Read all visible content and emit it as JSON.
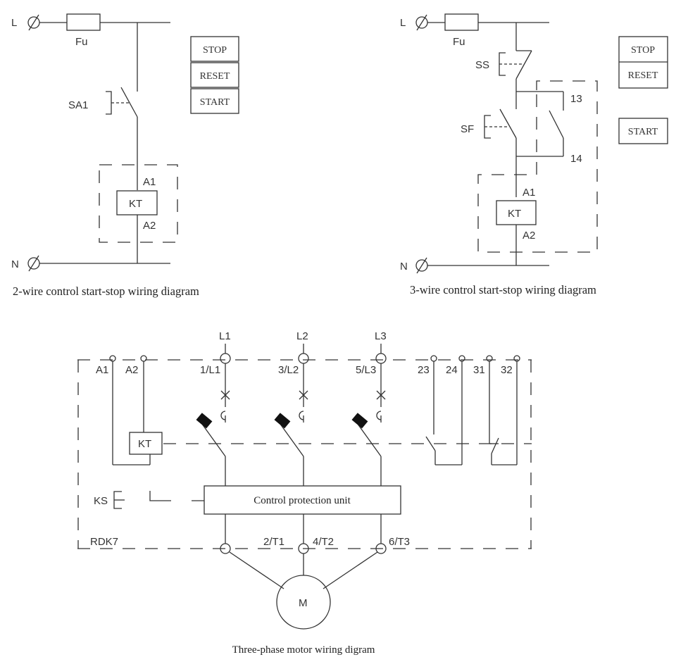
{
  "diagrams": {
    "two_wire": {
      "caption": "2-wire control start-stop wiring diagram",
      "line_label": "L",
      "neutral_label": "N",
      "fuse_label": "Fu",
      "switch_label": "SA1",
      "coil_label": "KT",
      "coil_top_terminal": "A1",
      "coil_bottom_terminal": "A2",
      "buttons": [
        "STOP",
        "RESET",
        "START"
      ]
    },
    "three_wire": {
      "caption": "3-wire control start-stop wiring diagram",
      "line_label": "L",
      "neutral_label": "N",
      "fuse_label": "Fu",
      "stop_switch_label": "SS",
      "start_switch_label": "SF",
      "aux_contact_top": "13",
      "aux_contact_bottom": "14",
      "coil_label": "KT",
      "coil_top_terminal": "A1",
      "coil_bottom_terminal": "A2",
      "button_group": [
        "STOP",
        "RESET"
      ],
      "start_button": "START"
    },
    "three_phase": {
      "caption": "Three-phase motor wiring digram",
      "phases": [
        "L1",
        "L2",
        "L3"
      ],
      "line_terminals": [
        "1/L1",
        "3/L2",
        "5/L3"
      ],
      "load_terminals": [
        "2/T1",
        "4/T2",
        "6/T3"
      ],
      "coil_terminals": [
        "A1",
        "A2"
      ],
      "aux_terminals": [
        "23",
        "24",
        "31",
        "32"
      ],
      "coil_label": "KT",
      "sensor_label": "KS",
      "device_label": "RDK7",
      "unit_label": "Control protection unit",
      "motor_label": "M"
    }
  }
}
